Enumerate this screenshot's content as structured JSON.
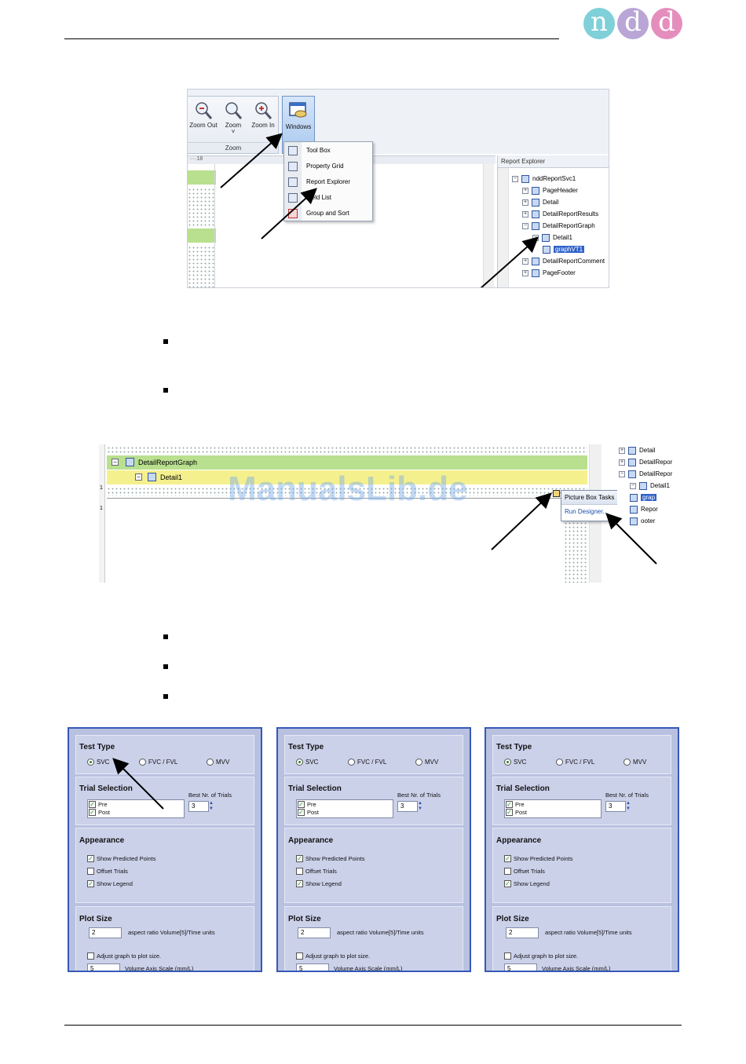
{
  "logo": {
    "letters": [
      "n",
      "d",
      "d"
    ],
    "colors": [
      "#7fd0d8",
      "#b9a6d6",
      "#e58ebd"
    ]
  },
  "watermark": "ManualsLib.de",
  "screenshot1": {
    "ribbon_buttons": [
      "Zoom Out",
      "Zoom",
      "Zoom In"
    ],
    "zoom_chevron": "˅",
    "ribbon_group_label": "Zoom",
    "windows_button": "Windows",
    "ruler_text": "····18",
    "windows_menu": [
      "Tool Box",
      "Property Grid",
      "Report Explorer",
      "Field List",
      "Group and Sort"
    ],
    "explorer_title": "Report Explorer",
    "tree": [
      {
        "label": "nddReportSvc1",
        "depth": 0,
        "toggle": "−"
      },
      {
        "label": "PageHeader",
        "depth": 1,
        "toggle": "+"
      },
      {
        "label": "Detail",
        "depth": 1,
        "toggle": "+"
      },
      {
        "label": "DetailReportResults",
        "depth": 1,
        "toggle": "+"
      },
      {
        "label": "DetailReportGraph",
        "depth": 1,
        "toggle": "−"
      },
      {
        "label": "Detail1",
        "depth": 2,
        "toggle": "−"
      },
      {
        "label": "graphVT1",
        "depth": 3,
        "toggle": "",
        "selected": true
      },
      {
        "label": "DetailReportComment",
        "depth": 1,
        "toggle": "+"
      },
      {
        "label": "PageFooter",
        "depth": 1,
        "toggle": "+"
      }
    ]
  },
  "screenshot2": {
    "band1": "DetailReportGraph",
    "band2": "Detail1",
    "band_toggle": "−",
    "tasks_title": "Picture Box Tasks",
    "tasks_link": "Run Designer...",
    "ruler_digits": [
      "1",
      "1"
    ],
    "tree": [
      {
        "label": "Detail",
        "toggle": "+"
      },
      {
        "label": "DetailRepor",
        "toggle": "+"
      },
      {
        "label": "DetailRepor",
        "toggle": "−"
      },
      {
        "label": "Detail1",
        "toggle": "−"
      },
      {
        "label": "grap",
        "toggle": "",
        "selected": true
      },
      {
        "label": "Repor",
        "toggle": ""
      },
      {
        "label": "ooter",
        "toggle": ""
      }
    ]
  },
  "panels": {
    "test_type_title": "Test Type",
    "test_types": [
      "SVC",
      "FVC / FVL",
      "MVV"
    ],
    "selected_test_type": "SVC",
    "trial_title": "Trial Selection",
    "trials": [
      "Pre",
      "Post"
    ],
    "best_trials_label": "Best Nr. of Trials",
    "best_trials_value": "3",
    "spin_up": "▲",
    "spin_down": "▼",
    "appearance_title": "Appearance",
    "appearance_options": [
      {
        "label": "Show Predicted Points",
        "checked": true
      },
      {
        "label": "Offset Trials",
        "checked": false
      },
      {
        "label": "Show Legend",
        "checked": true
      }
    ],
    "check_mark": "✓",
    "plot_title": "Plot Size",
    "aspect_value": "2",
    "aspect_label": "aspect ratio Volume[5]/Time units",
    "adjust_label": "Adjust graph to plot size.",
    "volume_scale_value": "5",
    "volume_scale_label": "Volume Axis Scale (mm/L)"
  }
}
